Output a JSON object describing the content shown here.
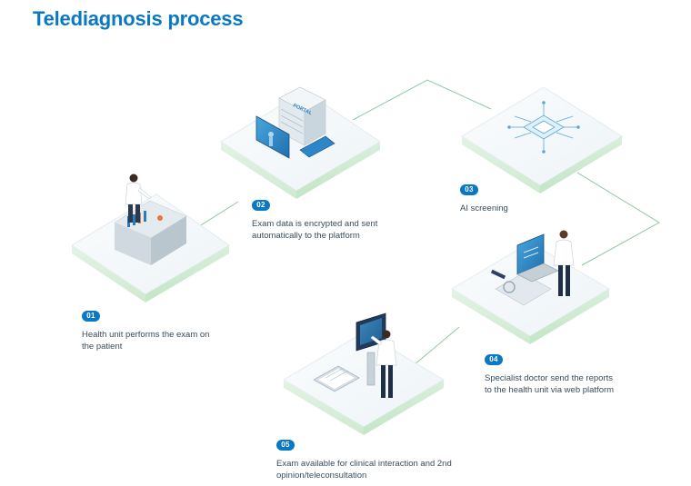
{
  "title": "Telediagnosis process",
  "portal_sign": "PORTAL",
  "steps": [
    {
      "number": "01",
      "text": "Health unit performs the exam on the patient"
    },
    {
      "number": "02",
      "text": "Exam data is encrypted and sent automatically to the platform"
    },
    {
      "number": "03",
      "text": "AI screening"
    },
    {
      "number": "04",
      "text": "Specialist doctor send the reports to the health unit via web platform"
    },
    {
      "number": "05",
      "text": "Exam available for clinical interaction and 2nd opinion/teleconsultation"
    }
  ],
  "colors": {
    "accent": "#0a78c2",
    "connector": "#8fc9a2",
    "platform_top": "#f4f8fa",
    "platform_glow": "#d7efd8"
  }
}
